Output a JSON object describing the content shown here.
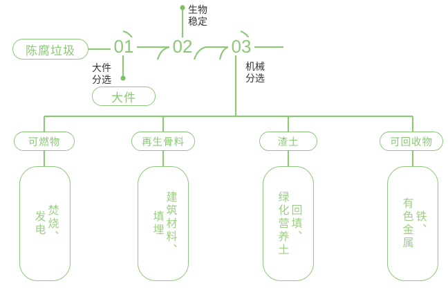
{
  "theme": {
    "line_color": "#8cc878",
    "pill_text_color": "#8cc878",
    "box_text_color": "#9ccf84",
    "annotation_color": "#333333",
    "background": "#ffffff"
  },
  "flow": {
    "source_node": {
      "label": "陈腐垃圾"
    },
    "steps": [
      {
        "number": "01",
        "annotation": "大件\n分选",
        "annotation_line1": "大件",
        "annotation_line2": "分选"
      },
      {
        "number": "02",
        "annotation": "生物\n稳定",
        "annotation_line1": "生物",
        "annotation_line2": "稳定"
      },
      {
        "number": "03",
        "annotation": "机械\n分选",
        "annotation_line1": "机械",
        "annotation_line2": "分选"
      }
    ],
    "branch_node": {
      "label": "大件"
    }
  },
  "outputs": [
    {
      "category": "可燃物",
      "uses": [
        "焚烧、",
        "发电"
      ],
      "use_col_right": "焚烧、",
      "use_col_left": "发电"
    },
    {
      "category": "再生骨料",
      "uses": [
        "建筑材料、",
        "填埋"
      ],
      "use_col_right": "建筑材料、",
      "use_col_left": "填埋"
    },
    {
      "category": "渣土",
      "uses": [
        "回填、",
        "绿化营养土"
      ],
      "use_col_right": "回填、",
      "use_col_left": "绿化营养土"
    },
    {
      "category": "可回收物",
      "uses": [
        "铁、",
        "有色金属"
      ],
      "use_col_right": "铁、",
      "use_col_left": "有色金属"
    }
  ]
}
